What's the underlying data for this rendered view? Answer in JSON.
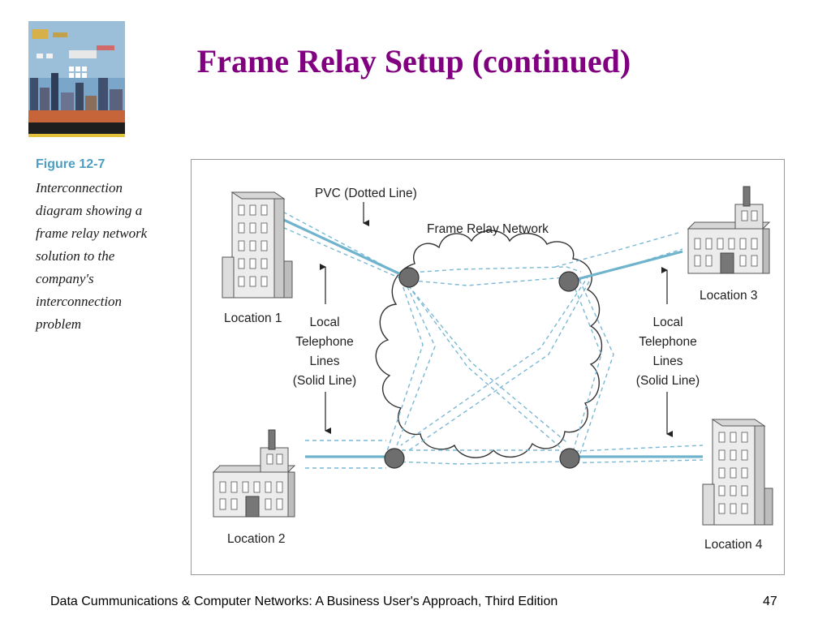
{
  "slide": {
    "title": "Frame Relay Setup (continued)"
  },
  "caption": {
    "figure_number": "Figure 12-7",
    "lines": [
      "Interconnection",
      "diagram showing a",
      "frame relay network",
      "solution to the",
      "company's",
      "interconnection",
      "problem"
    ]
  },
  "diagram": {
    "pvc_label": "PVC (Dotted Line)",
    "network_label": "Frame Relay Network",
    "local_lines_left": [
      "Local",
      "Telephone",
      "Lines",
      "(Solid Line)"
    ],
    "local_lines_right": [
      "Local",
      "Telephone",
      "Lines",
      "(Solid Line)"
    ],
    "locations": [
      "Location 1",
      "Location 2",
      "Location 3",
      "Location 4"
    ]
  },
  "footer": {
    "text": "Data Cummunications & Computer Networks: A Business User's Approach, Third Edition",
    "page": "47"
  },
  "colors": {
    "title": "#800080",
    "figure_number": "#4c9ec2",
    "line": "#6fb3cc",
    "dashed": "#7ab8d4",
    "node": "#6e6e6e"
  }
}
